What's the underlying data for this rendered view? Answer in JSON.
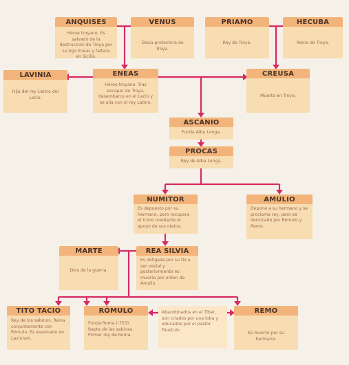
{
  "colors": {
    "link": "#d62a63",
    "header": "#f2b47a",
    "body": "#f8dcb2",
    "background": "#f5f1e9"
  },
  "nodes": {
    "anquises": {
      "name": "ANQUISES",
      "text": "Héroe troyano. Es salvado de la destrucción de Troya por su hijo Eneas y fallece en Sicilia."
    },
    "venus": {
      "name": "VENUS",
      "text": "Diosa protectora de Troya."
    },
    "priamo": {
      "name": "PRIAMO",
      "text": "Rey de Troya."
    },
    "hecuba": {
      "name": "HECUBA",
      "text": "Reina de Troya."
    },
    "lavinia": {
      "name": "LAVINIA",
      "text": "Hija del rey Latino del Lacio."
    },
    "eneas": {
      "name": "ENEAS",
      "text": "Héroe troyano. Tras escapar de Troya, desembarca en el Lacio y se alía con el rey Latino."
    },
    "creusa": {
      "name": "CREUSA",
      "text": "Muerta en Troya."
    },
    "ascanio": {
      "name": "ASCANIO",
      "text": "Funda Alba Longa."
    },
    "procas": {
      "name": "PROCAS",
      "text": "Rey de Alba Longa."
    },
    "numitor": {
      "name": "NUMITOR",
      "text": "Es depuesto por su hermano, pero recupera el trono mediante el apoyo de sus nietos."
    },
    "amulio": {
      "name": "AMULIO",
      "text": "Depone a su hermano y se proclama rey, pero es derrocado por Rómulo y Remo."
    },
    "marte": {
      "name": "MARTE",
      "text": "Dios de la guerra."
    },
    "rea_silvia": {
      "name": "REA SILVIA",
      "text": "Es obligada por su tío a ser vestal y posteriormente es muerta por orden de Amulio."
    },
    "tito_tacio": {
      "name": "TITO TACIO",
      "text": "Rey de los sabinos. Reina conjuntamente con Rómulo. Es asesinado en Lavinium."
    },
    "romulo": {
      "name": "RÓMULO",
      "text": "Funda Roma (-753). Rapta de las sabinas. Primer rey de Roma."
    },
    "remo": {
      "name": "REMO",
      "text": "Es muerto por su hermano."
    }
  },
  "twins_note": "Abandonados en el Tíber, son criados por una loba y educados por el pastor Fáustulo."
}
